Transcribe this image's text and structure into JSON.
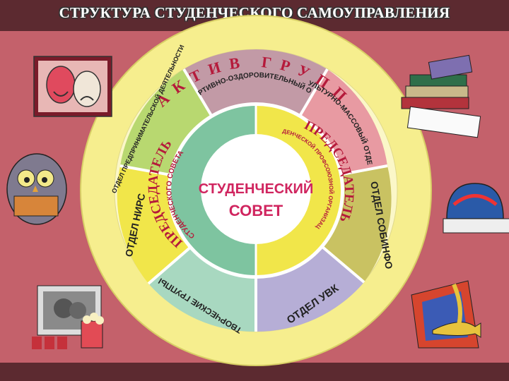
{
  "title": "СТРУКТУРА СТУДЕНЧЕСКОГО САМОУПРАВЛЕНИЯ",
  "outer_ring": "АКТИВ ГРУПП",
  "center": {
    "line1": "СТУДЕНЧЕСКИЙ",
    "line2": "СОВЕТ"
  },
  "chairmen": {
    "left_main": "ПРЕДСЕДАТЕЛЬ",
    "left_sub": "СТУДЕНЧЕСКОГО СОВЕТА",
    "right_main": "ПРЕДСЕДАТЕЛЬ",
    "right_sub": "СТУДЕНЧЕСКОЙ ПРОФСОЮЗНОЙ ОРГАНИЗАЦИИ"
  },
  "sectors": {
    "sport": "СПОРТИВНО-ОЗДОРОВИТЕЛЬНЫЙ ОТДЕЛ",
    "culture": "КУЛЬТУРНО-МАССОВЫЙ ОТДЕЛ",
    "sobinfo": "ОТДЕЛ СОБИНФО",
    "uvk": "ОТДЕЛ УВК",
    "creative": "ТВОРЧЕСКИЕ ГРУППЫ",
    "nirs": "ОТДЕЛ НИРС",
    "entrepreneur": "ОТДЕЛ ПРЕДПРИНИМАТЕЛЬСКОЙ ДЕЯТЕЛЬНОСТИ"
  },
  "colors": {
    "background": "#c4616b",
    "bar": "#5c2a30",
    "outer_ring": "#f6ee8e",
    "sport": "#c29aa6",
    "culture": "#e89aa2",
    "sobinfo": "#c9c262",
    "uvk": "#b6aed6",
    "creative": "#a8d8c0",
    "nirs": "#f1e64a",
    "entrepreneur": "#b8d870",
    "inner_left": "#7ec4a0",
    "inner_right": "#f1e64a"
  },
  "clipart": [
    "theater-masks-icon",
    "books-icon",
    "owl-reading-icon",
    "football-helmet-icon",
    "cinema-popcorn-icon",
    "music-instruments-icon"
  ]
}
